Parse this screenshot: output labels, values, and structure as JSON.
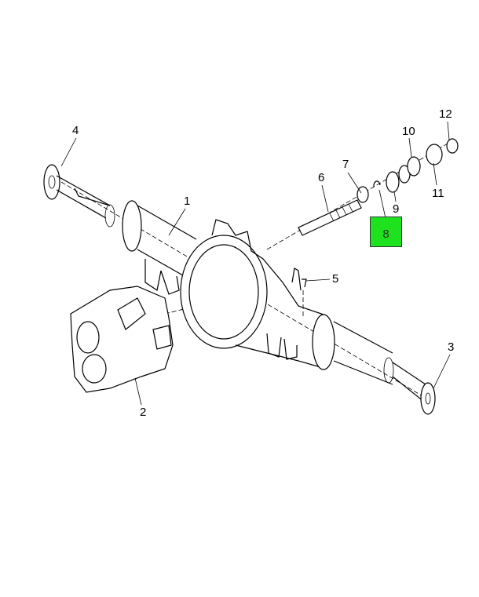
{
  "diagram": {
    "highlight_color": "#1fe21f",
    "highlighted_part": "8",
    "callouts": [
      "1",
      "2",
      "3",
      "4",
      "5",
      "6",
      "7",
      "8",
      "9",
      "10",
      "11",
      "12"
    ]
  }
}
